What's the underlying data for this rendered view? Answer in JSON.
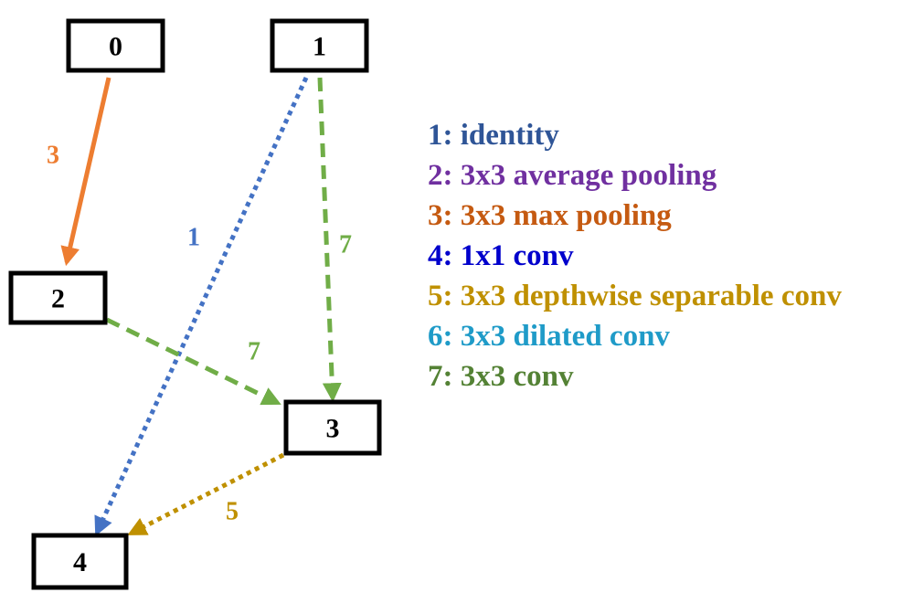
{
  "colors": {
    "node_border": "#000000",
    "orange": "#ED7D31",
    "blue_dotted": "#4472C4",
    "green": "#70AD47",
    "gold": "#BF9000"
  },
  "nodes": [
    {
      "id": "0",
      "label": "0"
    },
    {
      "id": "1",
      "label": "1"
    },
    {
      "id": "2",
      "label": "2"
    },
    {
      "id": "3",
      "label": "3"
    },
    {
      "id": "4",
      "label": "4"
    }
  ],
  "edges": [
    {
      "from": "0",
      "to": "2",
      "label": "3",
      "color": "#ED7D31",
      "style": "solid"
    },
    {
      "from": "1",
      "to": "4",
      "label": "1",
      "color": "#4472C4",
      "style": "dotted"
    },
    {
      "from": "1",
      "to": "3",
      "label": "7",
      "color": "#70AD47",
      "style": "dashed"
    },
    {
      "from": "2",
      "to": "3",
      "label": "7",
      "color": "#70AD47",
      "style": "dashed"
    },
    {
      "from": "3",
      "to": "4",
      "label": "5",
      "color": "#BF9000",
      "style": "dotted"
    }
  ],
  "legend": [
    {
      "text": "1: identity",
      "color": "#2F5597"
    },
    {
      "text": "2: 3x3 average pooling",
      "color": "#7030A0"
    },
    {
      "text": "3: 3x3 max pooling",
      "color": "#C55A11"
    },
    {
      "text": "4: 1x1 conv",
      "color": "#0000CC"
    },
    {
      "text": "5: 3x3 depthwise separable conv",
      "color": "#BF9000"
    },
    {
      "text": "6: 3x3 dilated conv",
      "color": "#1F9BC8"
    },
    {
      "text": "7: 3x3 conv",
      "color": "#548235"
    }
  ]
}
